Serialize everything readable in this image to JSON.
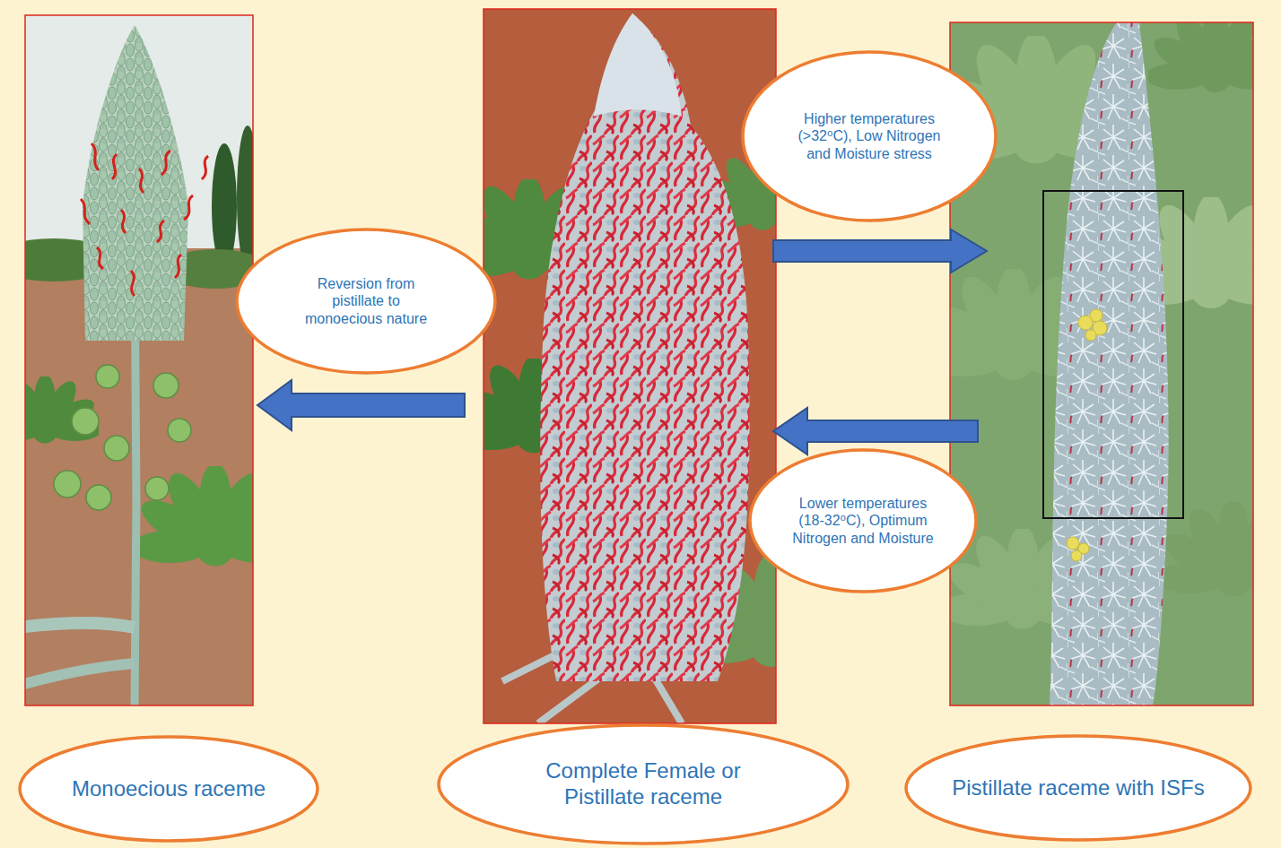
{
  "diagram": {
    "nodes": [
      {
        "text": [
          "Higher temperatures (>32⁰C), Low Nitrogen and Moisture stress"
        ]
      },
      {
        "text": [
          "Reversion from pistillate to monoecious nature"
        ]
      },
      {
        "text": [
          "Lower temperatures (18-32⁰C), Optimum Nitrogen and Moisture"
        ]
      },
      {
        "text": [
          "Monoecious raceme"
        ]
      },
      {
        "text": [
          "Complete Female or Pistillate raceme"
        ]
      },
      {
        "text": [
          "Pistillate raceme with ISFs"
        ]
      }
    ]
  }
}
